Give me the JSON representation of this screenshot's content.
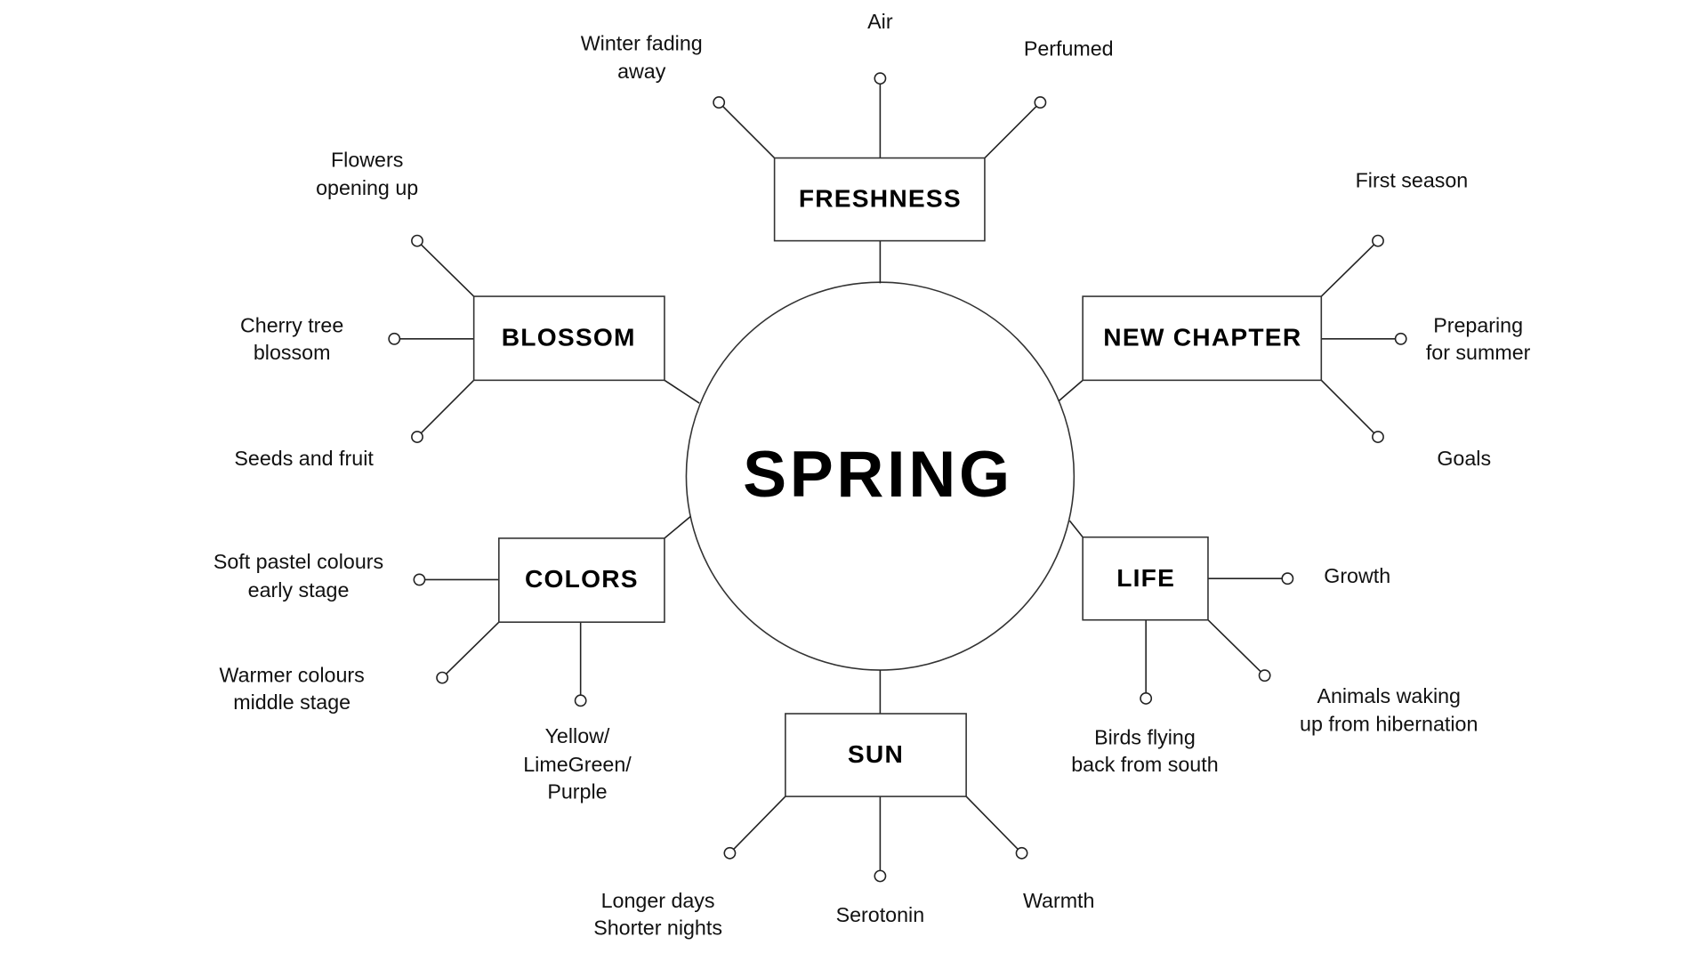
{
  "title": "SPRING",
  "colors": {
    "line": "#222222",
    "text": "#000000",
    "background": "#ffffff"
  },
  "categories": [
    {
      "name": "FRESHNESS",
      "items": [
        {
          "lines": [
            "Winter fading",
            "away"
          ]
        },
        {
          "lines": [
            "Air"
          ]
        },
        {
          "lines": [
            "Perfumed"
          ]
        }
      ]
    },
    {
      "name": "BLOSSOM",
      "items": [
        {
          "lines": [
            "Flowers",
            "opening up"
          ]
        },
        {
          "lines": [
            "Cherry tree",
            "blossom"
          ]
        },
        {
          "lines": [
            "Seeds and fruit"
          ]
        }
      ]
    },
    {
      "name": "NEW CHAPTER",
      "items": [
        {
          "lines": [
            "First season"
          ]
        },
        {
          "lines": [
            "Preparing",
            "for summer"
          ]
        },
        {
          "lines": [
            "Goals"
          ]
        }
      ]
    },
    {
      "name": "COLORS",
      "items": [
        {
          "lines": [
            "Soft pastel colours",
            "early stage"
          ]
        },
        {
          "lines": [
            "Warmer colours",
            "middle stage"
          ]
        },
        {
          "lines": [
            "Yellow/",
            "LimeGreen/",
            "Purple"
          ]
        }
      ]
    },
    {
      "name": "LIFE",
      "items": [
        {
          "lines": [
            "Growth"
          ]
        },
        {
          "lines": [
            "Birds flying",
            "back from south"
          ]
        },
        {
          "lines": [
            "Animals waking",
            "up from hibernation"
          ]
        }
      ]
    },
    {
      "name": "SUN",
      "items": [
        {
          "lines": [
            "Longer days",
            "Shorter nights"
          ]
        },
        {
          "lines": [
            "Serotonin"
          ]
        },
        {
          "lines": [
            "Warmth"
          ]
        }
      ]
    }
  ]
}
